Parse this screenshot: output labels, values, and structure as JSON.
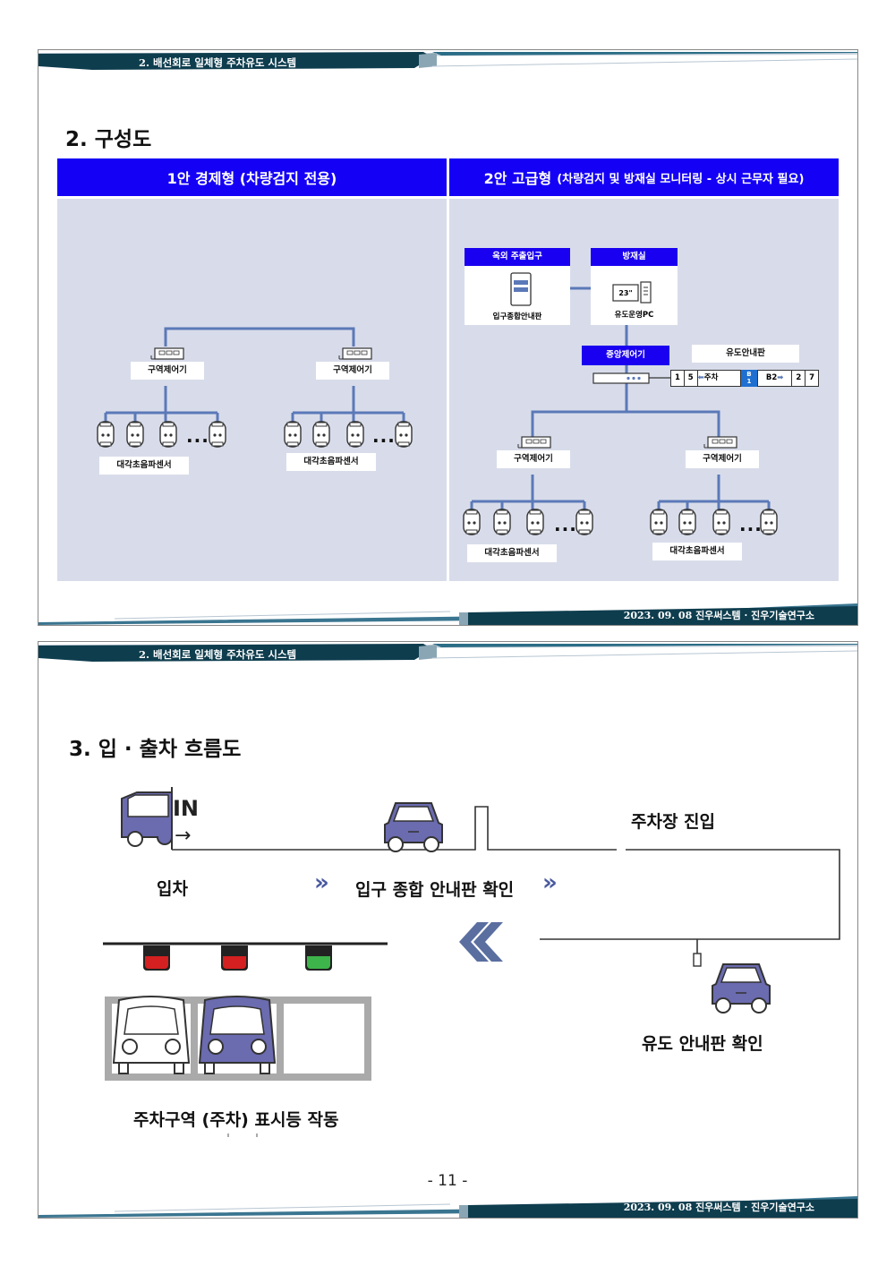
{
  "slide1": {
    "header": "2. 배선회로 일체형 주차유도 시스템",
    "section_title": "2. 구성도",
    "plan1": {
      "title": "1안 경제형 (차량검지 전용)"
    },
    "plan2": {
      "title_main": "2안 고급형",
      "title_sub": "(차량검지 및 방재실 모니터링 - 상시 근무자 필요)"
    },
    "zone_controller": "구역제어기",
    "sensor": "대각초음파센서",
    "dots": "...",
    "outdoor_entrance": "옥외 주출입구",
    "entrance_board": "입구종합안내판",
    "disaster_room": "방재실",
    "monitor_number": "23\"",
    "guide_pc": "유도운영PC",
    "central_controller": "중앙제어기",
    "guide_board": "유도안내판",
    "board_cells": {
      "c1": "1",
      "c2": "5",
      "park": "주차",
      "b1_top": "B",
      "b1_bottom": "1",
      "b2": "B2",
      "c3": "2",
      "c4": "7"
    },
    "footer": "2023. 09. 08  진우써스템 · 진우기술연구소"
  },
  "slide2": {
    "header": "2. 배선회로 일체형 주차유도 시스템",
    "section_title": "3. 입 · 출차 흐름도",
    "in_label": "IN",
    "in_arrow": "→",
    "enter_parking": "주차장 진입",
    "step_entry": "입차",
    "step_board_check": "입구 종합 안내판 확인",
    "chevron": "»",
    "back_arrow": "«",
    "guide_board_check": "유도 안내판 확인",
    "indicator_action": "주차구역 (주차) 표시등 작동",
    "indicator_colors": [
      "#d42020",
      "#d42020",
      "#3db54a"
    ],
    "footer": "2023. 09. 08  진우써스템 · 진우기술연구소"
  },
  "page_number": "- 11 -"
}
